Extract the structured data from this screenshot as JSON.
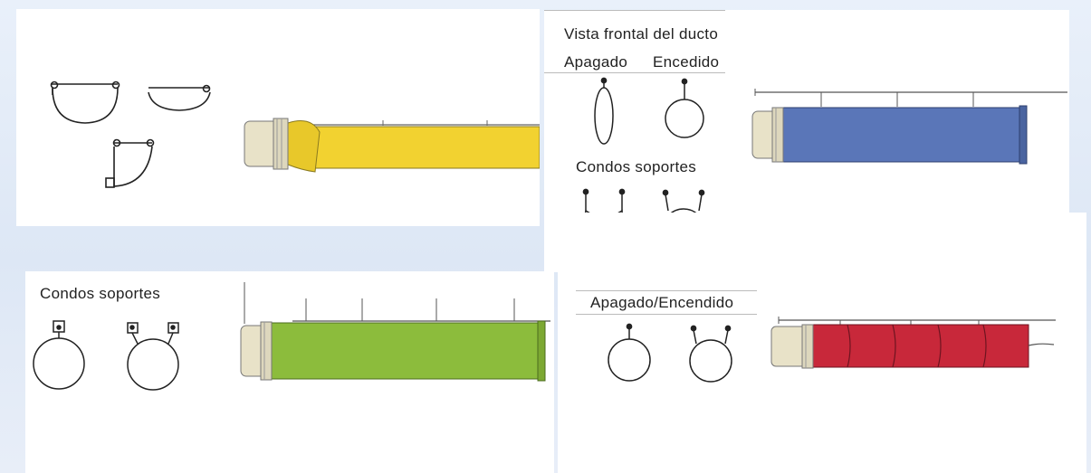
{
  "panels": {
    "front_view": {
      "title": "Vista frontal del ducto",
      "state_off": "Apagado",
      "state_on": "Encedido",
      "supports": "Condos soportes"
    },
    "green_support": {
      "supports": "Condos soportes"
    },
    "red_support": {
      "state": "Apagado/Encendido"
    }
  },
  "duct_colors": {
    "yellow": "#f2d230",
    "blue": "#5a76b8",
    "green": "#8cbc3c",
    "red": "#c8283a",
    "collar": "#e8e2c8"
  }
}
